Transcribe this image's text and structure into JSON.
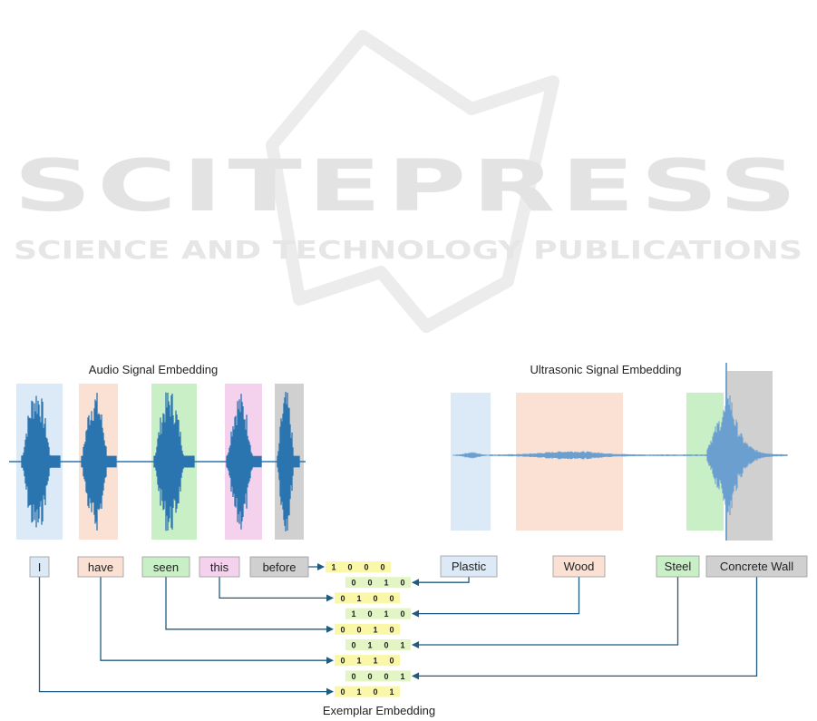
{
  "watermark": {
    "name": "SCITEPRESS",
    "tagline": "SCIENCE AND TECHNOLOGY PUBLICATIONS",
    "color": "#e6e6e6"
  },
  "audio": {
    "title": "Audio Signal Embedding",
    "words": [
      {
        "label": "I",
        "color": "#dce9f6"
      },
      {
        "label": "have",
        "color": "#fbe1d4"
      },
      {
        "label": "seen",
        "color": "#c9efc7"
      },
      {
        "label": "this",
        "color": "#f4d2ee"
      },
      {
        "label": "before",
        "color": "#d0d0d0"
      }
    ],
    "wave_color": "#2a74b0"
  },
  "ultrasonic": {
    "title": "Ultrasonic Signal Embedding",
    "materials": [
      {
        "label": "Plastic",
        "color": "#dce9f6"
      },
      {
        "label": "Wood",
        "color": "#fbe1d4"
      },
      {
        "label": "Steel",
        "color": "#c9efc7"
      },
      {
        "label": "Concrete Wall",
        "color": "#d0d0d0"
      }
    ],
    "wave_color": "#6a9fcf"
  },
  "exemplar": {
    "title": "Exemplar Embedding",
    "cell_color": "#fbf7a8",
    "cell_color_alt": "#e3f5c4",
    "vectors": [
      {
        "source": "before",
        "bits": [
          "1",
          "0",
          "0",
          "0"
        ]
      },
      {
        "source": "Plastic",
        "bits": [
          "0",
          "0",
          "1",
          "0"
        ]
      },
      {
        "source": "this",
        "bits": [
          "0",
          "1",
          "0",
          "0"
        ]
      },
      {
        "source": "Wood",
        "bits": [
          "1",
          "0",
          "1",
          "0"
        ]
      },
      {
        "source": "seen",
        "bits": [
          "0",
          "0",
          "1",
          "0"
        ]
      },
      {
        "source": "Steel",
        "bits": [
          "0",
          "1",
          "0",
          "1"
        ]
      },
      {
        "source": "have",
        "bits": [
          "0",
          "1",
          "1",
          "0"
        ]
      },
      {
        "source": "Concrete Wall",
        "bits": [
          "0",
          "0",
          "0",
          "1"
        ]
      },
      {
        "source": "I",
        "bits": [
          "0",
          "1",
          "0",
          "1"
        ]
      }
    ]
  },
  "arrow_color": "#1f5c80"
}
